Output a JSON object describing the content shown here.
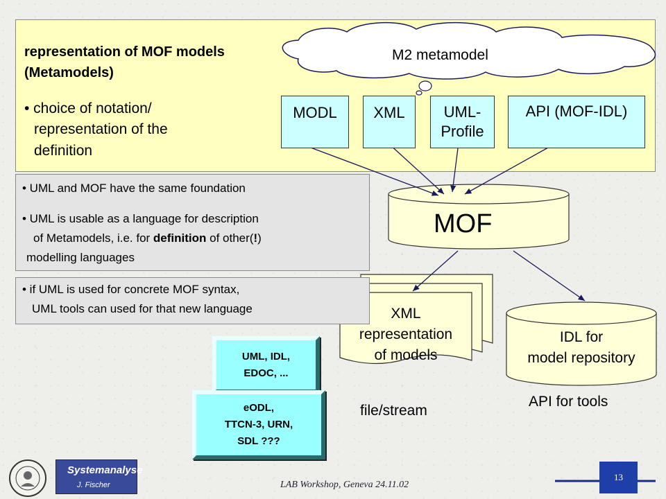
{
  "header": {
    "title_line1": "representation of MOF models",
    "title_line2": "(Metamodels)",
    "bullet_line1": "• choice of notation/",
    "bullet_line2": "representation of the",
    "bullet_line3": "definition"
  },
  "cloud_label": "M2 metamodel",
  "notations": {
    "modl": "MODL",
    "xml": "XML",
    "uml_line1": "UML-",
    "uml_line2": "Profile",
    "api": "API (MOF-IDL)"
  },
  "gray_box": {
    "b1": "• UML and MOF have the same foundation",
    "b2_line1": "• UML is usable as a language for description",
    "b2_line2_pre": "of Metamodels, i.e. for ",
    "b2_line2_bold": "definition",
    "b2_line2_post": " of other(",
    "b2_line2_excl": "!",
    "b2_line2_end": ")",
    "b2_line3": "modelling languages"
  },
  "gray_box2": {
    "line1": "• if UML is used for concrete MOF syntax,",
    "line2": "UML tools can used for that new language"
  },
  "mof_label": "MOF",
  "xml_doc": {
    "line1": "XML",
    "line2": "representation",
    "line3": "of models",
    "caption": "file/stream"
  },
  "idl_cyl": {
    "line1": "IDL for",
    "line2": "model repository",
    "caption": "API for tools"
  },
  "buttons": {
    "top_line1": "UML, IDL,",
    "top_line2": "EDOC, ...",
    "bottom_line1": "eODL,",
    "bottom_line2": "TTCN-3, URN,",
    "bottom_line3": "SDL ???"
  },
  "footer": {
    "logo_text": "Systemanalyse",
    "author": "J. Fischer",
    "event": "LAB Workshop, Geneva 24.11.02",
    "page_number": "13"
  }
}
